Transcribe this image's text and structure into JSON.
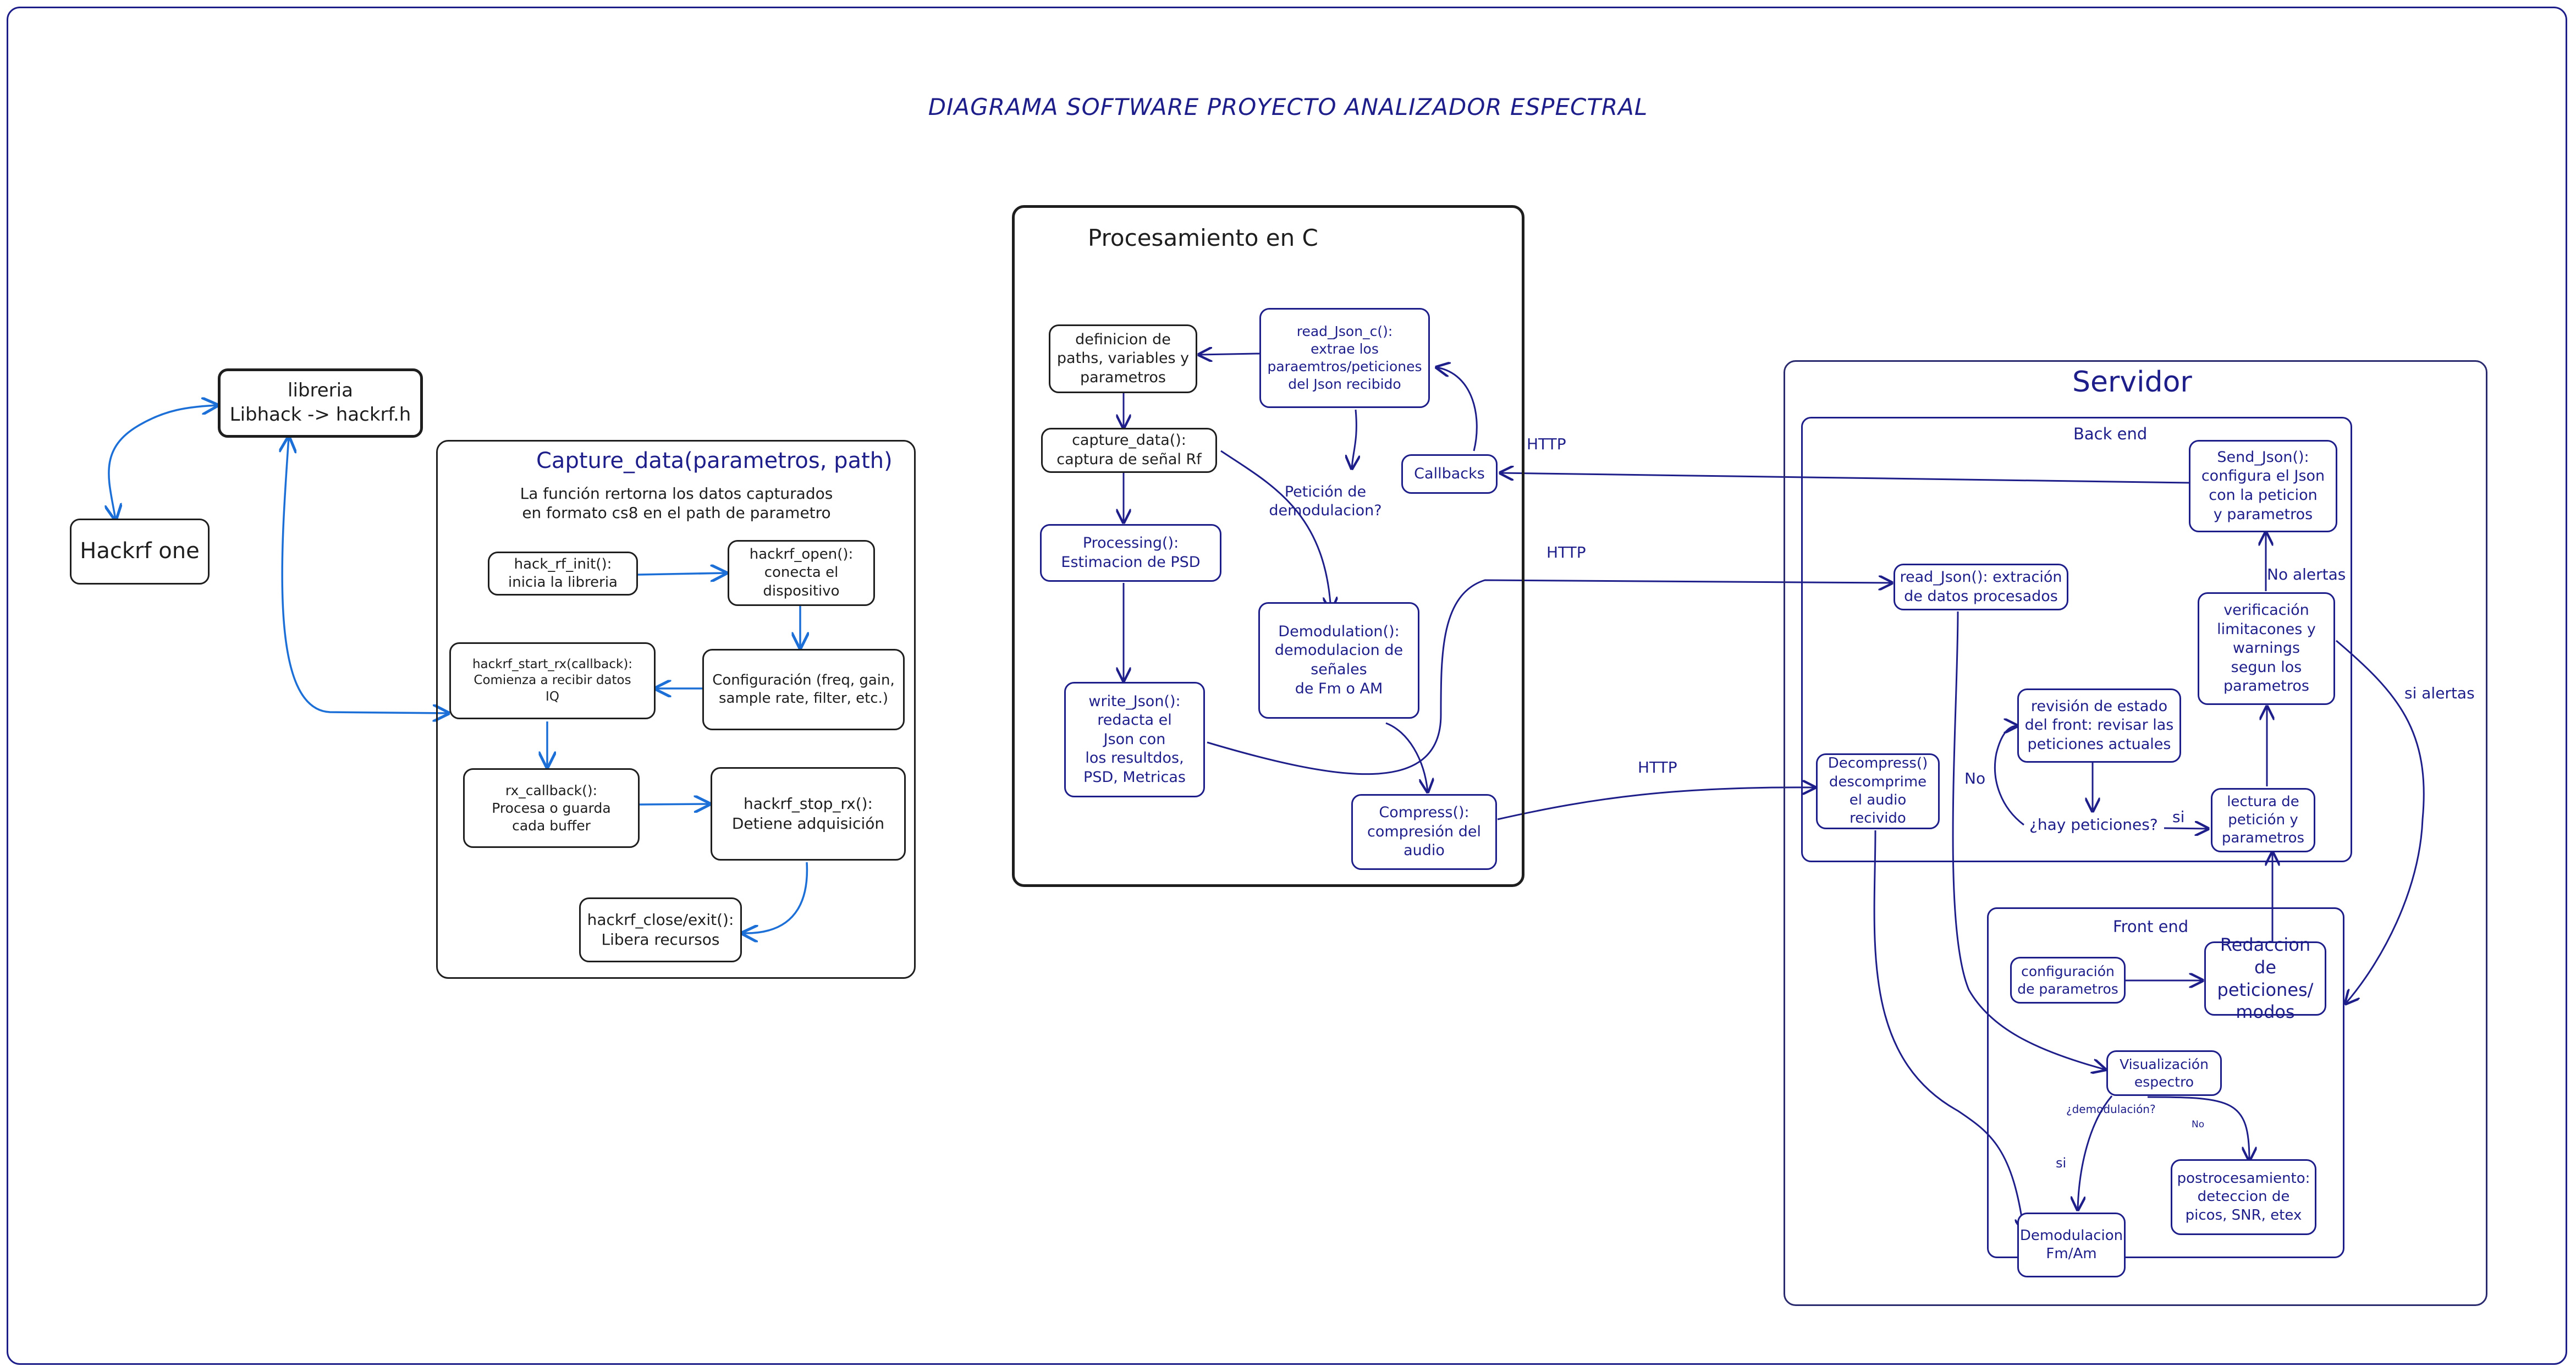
{
  "title": "DIAGRAMA SOFTWARE PROYECTO ANALIZADOR ESPECTRAL",
  "colors": {
    "navy": "#1e1e8a",
    "black": "#1e1e1e",
    "blue": "#1c6fd6"
  },
  "hackrf": {
    "device": "Hackrf one",
    "library": [
      "libreria",
      "Libhack -> hackrf.h"
    ]
  },
  "capture": {
    "title": "Capture_data(parametros, path)",
    "desc": [
      "La función rertorna los datos capturados",
      "en formato cs8 en el path de parametro"
    ],
    "init": [
      "hack_rf_init():",
      "inicia la libreria"
    ],
    "open": [
      "hackrf_open():",
      "conecta el",
      "dispositivo"
    ],
    "config": [
      "Configuración (freq, gain,",
      "sample rate, filter, etc.)"
    ],
    "start_rx": [
      "hackrf_start_rx(callback):",
      "Comienza a recibir datos",
      "IQ"
    ],
    "rx_callback": [
      "rx_callback():",
      "Procesa o guarda",
      "cada buffer"
    ],
    "stop_rx": [
      "hackrf_stop_rx():",
      "Detiene adquisición"
    ],
    "close": [
      "hackrf_close/exit():",
      "Libera recursos"
    ]
  },
  "proc": {
    "title": "Procesamiento en  C",
    "definicion": [
      "definicion de",
      "paths, variables y",
      "parametros"
    ],
    "read_json_c": [
      "read_Json_c():",
      "extrae los",
      "paraemtros/peticiones",
      "del Json recibido"
    ],
    "capture": [
      "capture_data():",
      "captura de señal Rf"
    ],
    "processing": [
      "Processing():",
      "Estimacion de PSD"
    ],
    "peticion": [
      "Petición de",
      "demodulacion?"
    ],
    "demodulation": [
      "Demodulation():",
      "demodulacion de",
      "señales",
      "de Fm o AM"
    ],
    "write_json": [
      "write_Json():",
      "redacta el",
      "Json con",
      "los resultdos,",
      "PSD, Metricas"
    ],
    "compress": [
      "Compress():",
      "compresión del",
      "audio"
    ],
    "callbacks": "Callbacks"
  },
  "http": [
    "HTTP",
    "HTTP",
    "HTTP"
  ],
  "server": {
    "title": "Servidor",
    "backend": "Back end",
    "frontend": "Front end",
    "send_json": [
      "Send_Json():",
      "configura el Json",
      "con la peticion",
      "y parametros"
    ],
    "read_json": [
      "read_Json(): extración",
      "de datos procesados"
    ],
    "no_alertas": "No alertas",
    "verificacion": [
      "verificación",
      "limitacones y",
      "warnings",
      "segun los",
      "parametros"
    ],
    "si_alertas": "si alertas",
    "revision": [
      "revisión de estado",
      "del front: revisar las",
      "peticiones actuales"
    ],
    "no": "No",
    "hay_peticiones": "¿hay peticiones?",
    "si": "si",
    "lectura": [
      "lectura de",
      "petición y",
      "parametros"
    ],
    "decompress": [
      "Decompress()",
      "descomprime",
      "el audio recivido"
    ],
    "configuracion": [
      "configuración",
      "de parametros"
    ],
    "redaccion": [
      "Redaccion de",
      "peticiones/",
      "modos"
    ],
    "visualizacion": [
      "Visualización",
      "espectro"
    ],
    "demodulacion_q": "¿demodulación?",
    "no_small": "No",
    "si_small": "si",
    "postprocesamiento": [
      "postrocesamiento:",
      "deteccion de",
      "picos, SNR, etex"
    ],
    "demod_fm": [
      "Demodulacion",
      "Fm/Am"
    ]
  }
}
